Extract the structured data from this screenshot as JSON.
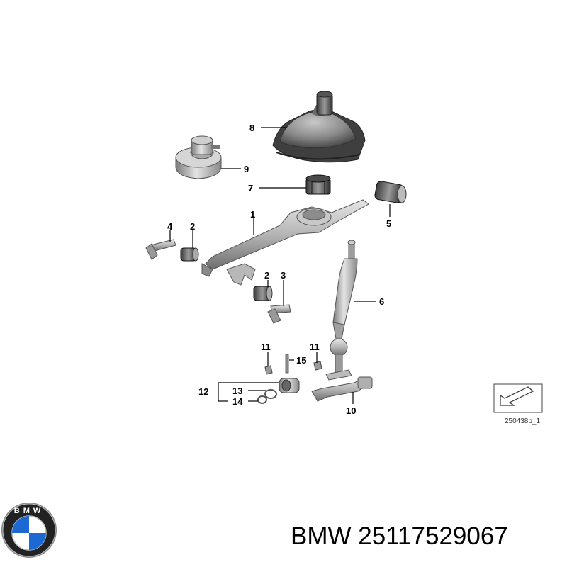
{
  "diagram": {
    "callouts": {
      "c1": "1",
      "c2a": "2",
      "c2b": "2",
      "c3": "3",
      "c4": "4",
      "c5": "5",
      "c6": "6",
      "c7": "7",
      "c8": "8",
      "c9": "9",
      "c10": "10",
      "c11a": "11",
      "c11b": "11",
      "c12": "12",
      "c13": "13",
      "c14": "14",
      "c15": "15"
    },
    "reference_code": "250438b_1"
  },
  "branding": {
    "logo_icon": "bmw-roundel-icon",
    "logo_letters": "BMW",
    "part_text": "BMW 25117529067"
  },
  "colors": {
    "part_light": "#d9d9d9",
    "part_mid": "#a8a8a8",
    "part_dark": "#555555",
    "logo_blue": "#1c69d4"
  }
}
